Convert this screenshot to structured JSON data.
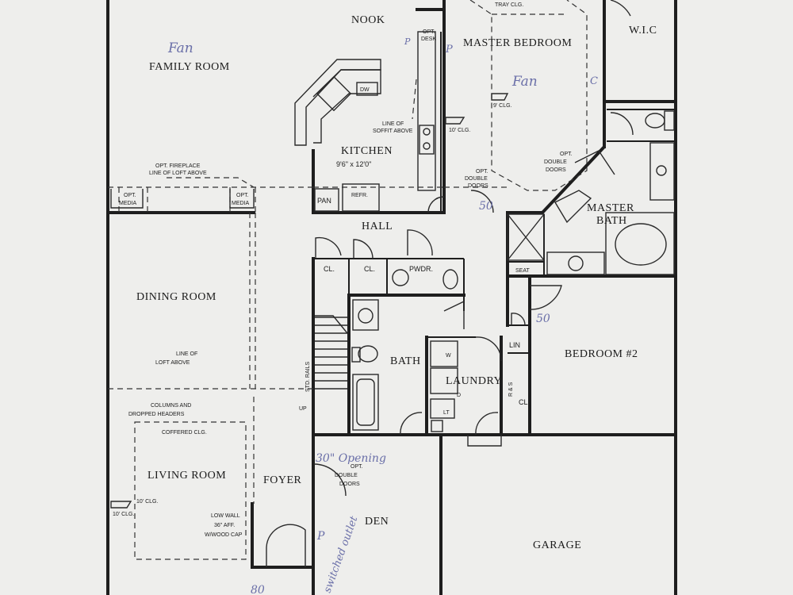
{
  "rooms": {
    "family_room": "FAMILY ROOM",
    "nook": "NOOK",
    "master_bedroom": "MASTER BEDROOM",
    "wic": "W.I.C",
    "kitchen": "KITCHEN",
    "kitchen_size": "9'6\" x 12'0\"",
    "hall": "HALL",
    "master_bath_1": "MASTER",
    "master_bath_2": "BATH",
    "dining_room": "DINING ROOM",
    "bath": "BATH",
    "laundry": "LAUNDRY",
    "bedroom2": "BEDROOM #2",
    "living_room": "LIVING ROOM",
    "foyer": "FOYER",
    "den": "DEN",
    "garage": "GARAGE",
    "pwdr": "PWDR.",
    "cl": "CL.",
    "cl2": "CL",
    "lin": "LIN",
    "pan": "PAN",
    "refr": "REFR.",
    "seat": "SEAT",
    "dw": "DW",
    "lt": "LT",
    "d": "D",
    "w": "W",
    "up": "UP",
    "rs": "R & S",
    "std_rails": "STD. RAILS"
  },
  "notes": {
    "opt_desk_1": "OPT.",
    "opt_desk_2": "DESK",
    "tray_clg": "TRAY CLG.",
    "soffit_1": "LINE OF",
    "soffit_2": "SOFFIT ABOVE",
    "fireplace_1": "OPT. FIREPLACE",
    "fireplace_2": "LINE OF LOFT ABOVE",
    "opt": "OPT.",
    "media": "MEDIA",
    "double": "DOUBLE",
    "doors": "DOORS",
    "loft_1": "LINE OF",
    "loft_2": "LOFT ABOVE",
    "columns_1": "COLUMNS AND",
    "columns_2": "DROPPED HEADERS",
    "coffered": "COFFERED CLG.",
    "low_wall_1": "LOW WALL",
    "low_wall_2": "36\" AFF.",
    "low_wall_3": "W/WOOD CAP",
    "clg_10": "10' CLG.",
    "clg_9": "9' CLG."
  },
  "handwriting": {
    "fan_family": "Fan",
    "fan_master": "Fan",
    "p1": "P",
    "c1": "C",
    "p_mid": "P",
    "fifty_1": "50",
    "fifty_2": "50",
    "opening": "30\" Opening",
    "p_den": "P",
    "switched": "switched outlet",
    "eighty": "80"
  }
}
